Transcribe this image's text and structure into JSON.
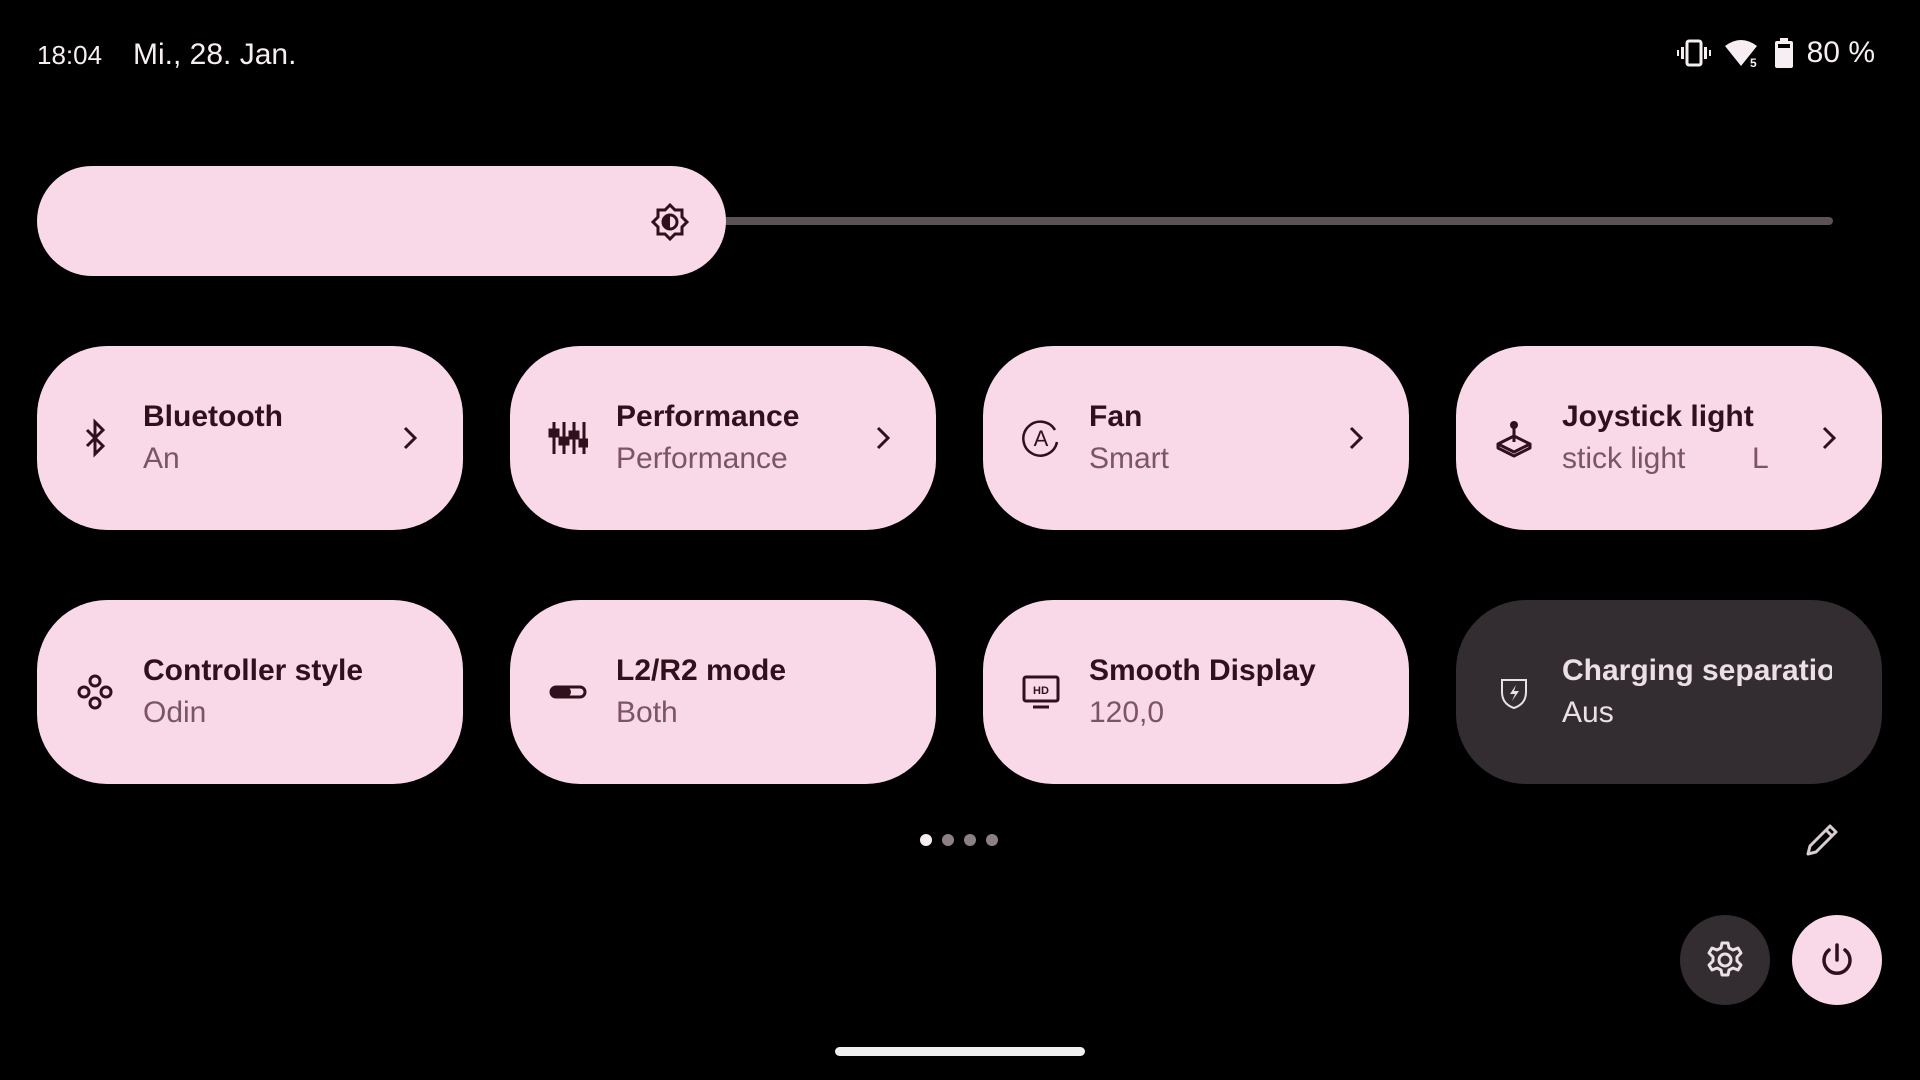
{
  "status_bar": {
    "time": "18:04",
    "date": "Mi., 28. Jan.",
    "battery": "80 %",
    "icons": [
      "vibrate-icon",
      "wifi-icon",
      "battery-icon"
    ]
  },
  "brightness": {
    "level": 0.33,
    "icon": "brightness-icon"
  },
  "tiles": [
    {
      "title": "Bluetooth",
      "subtitle": "An",
      "icon": "bluetooth-icon",
      "active": true,
      "chevron": true
    },
    {
      "title": "Performance",
      "subtitle": "Performance",
      "icon": "sliders-icon",
      "active": true,
      "chevron": true
    },
    {
      "title": "Fan",
      "subtitle": "Smart",
      "icon": "fan-auto-icon",
      "active": true,
      "chevron": true
    },
    {
      "title": "Joystick light",
      "subtitle": "stick light        L",
      "icon": "joystick-icon",
      "active": true,
      "chevron": true
    },
    {
      "title": "Controller style",
      "subtitle": "Odin",
      "icon": "gamepad-icon",
      "active": true,
      "chevron": false
    },
    {
      "title": "L2/R2 mode",
      "subtitle": "Both",
      "icon": "toggle-icon",
      "active": true,
      "chevron": false
    },
    {
      "title": "Smooth Display",
      "subtitle": "120,0",
      "icon": "hd-display-icon",
      "active": true,
      "chevron": false
    },
    {
      "title": "Charging separation",
      "subtitle": "Aus",
      "icon": "charging-shield-icon",
      "active": false,
      "chevron": false
    }
  ],
  "pager": {
    "pages": 4,
    "current": 1
  },
  "colors": {
    "tile_on": "#f9d8e8",
    "tile_off": "#332d32",
    "text_on": "#31101d"
  }
}
